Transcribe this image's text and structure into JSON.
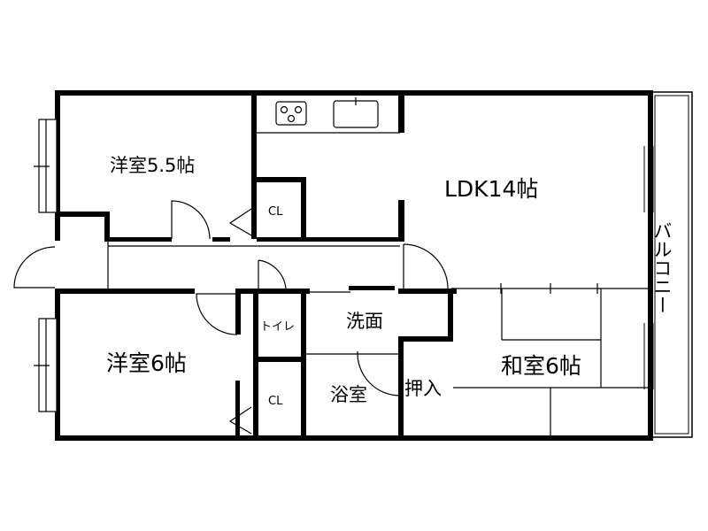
{
  "rooms": {
    "western_a": "洋室5.5帖",
    "ldk": "LDK14帖",
    "closet_a": "CL",
    "toilet": "トイレ",
    "washroom": "洗面",
    "western_b": "洋室6帖",
    "bath": "浴室",
    "closet_b": "CL",
    "storage": "押入",
    "japanese": "和室6帖",
    "balcony": "バルコニー"
  },
  "colors": {
    "wall": "#000000",
    "line": "#000000",
    "background": "#ffffff"
  }
}
